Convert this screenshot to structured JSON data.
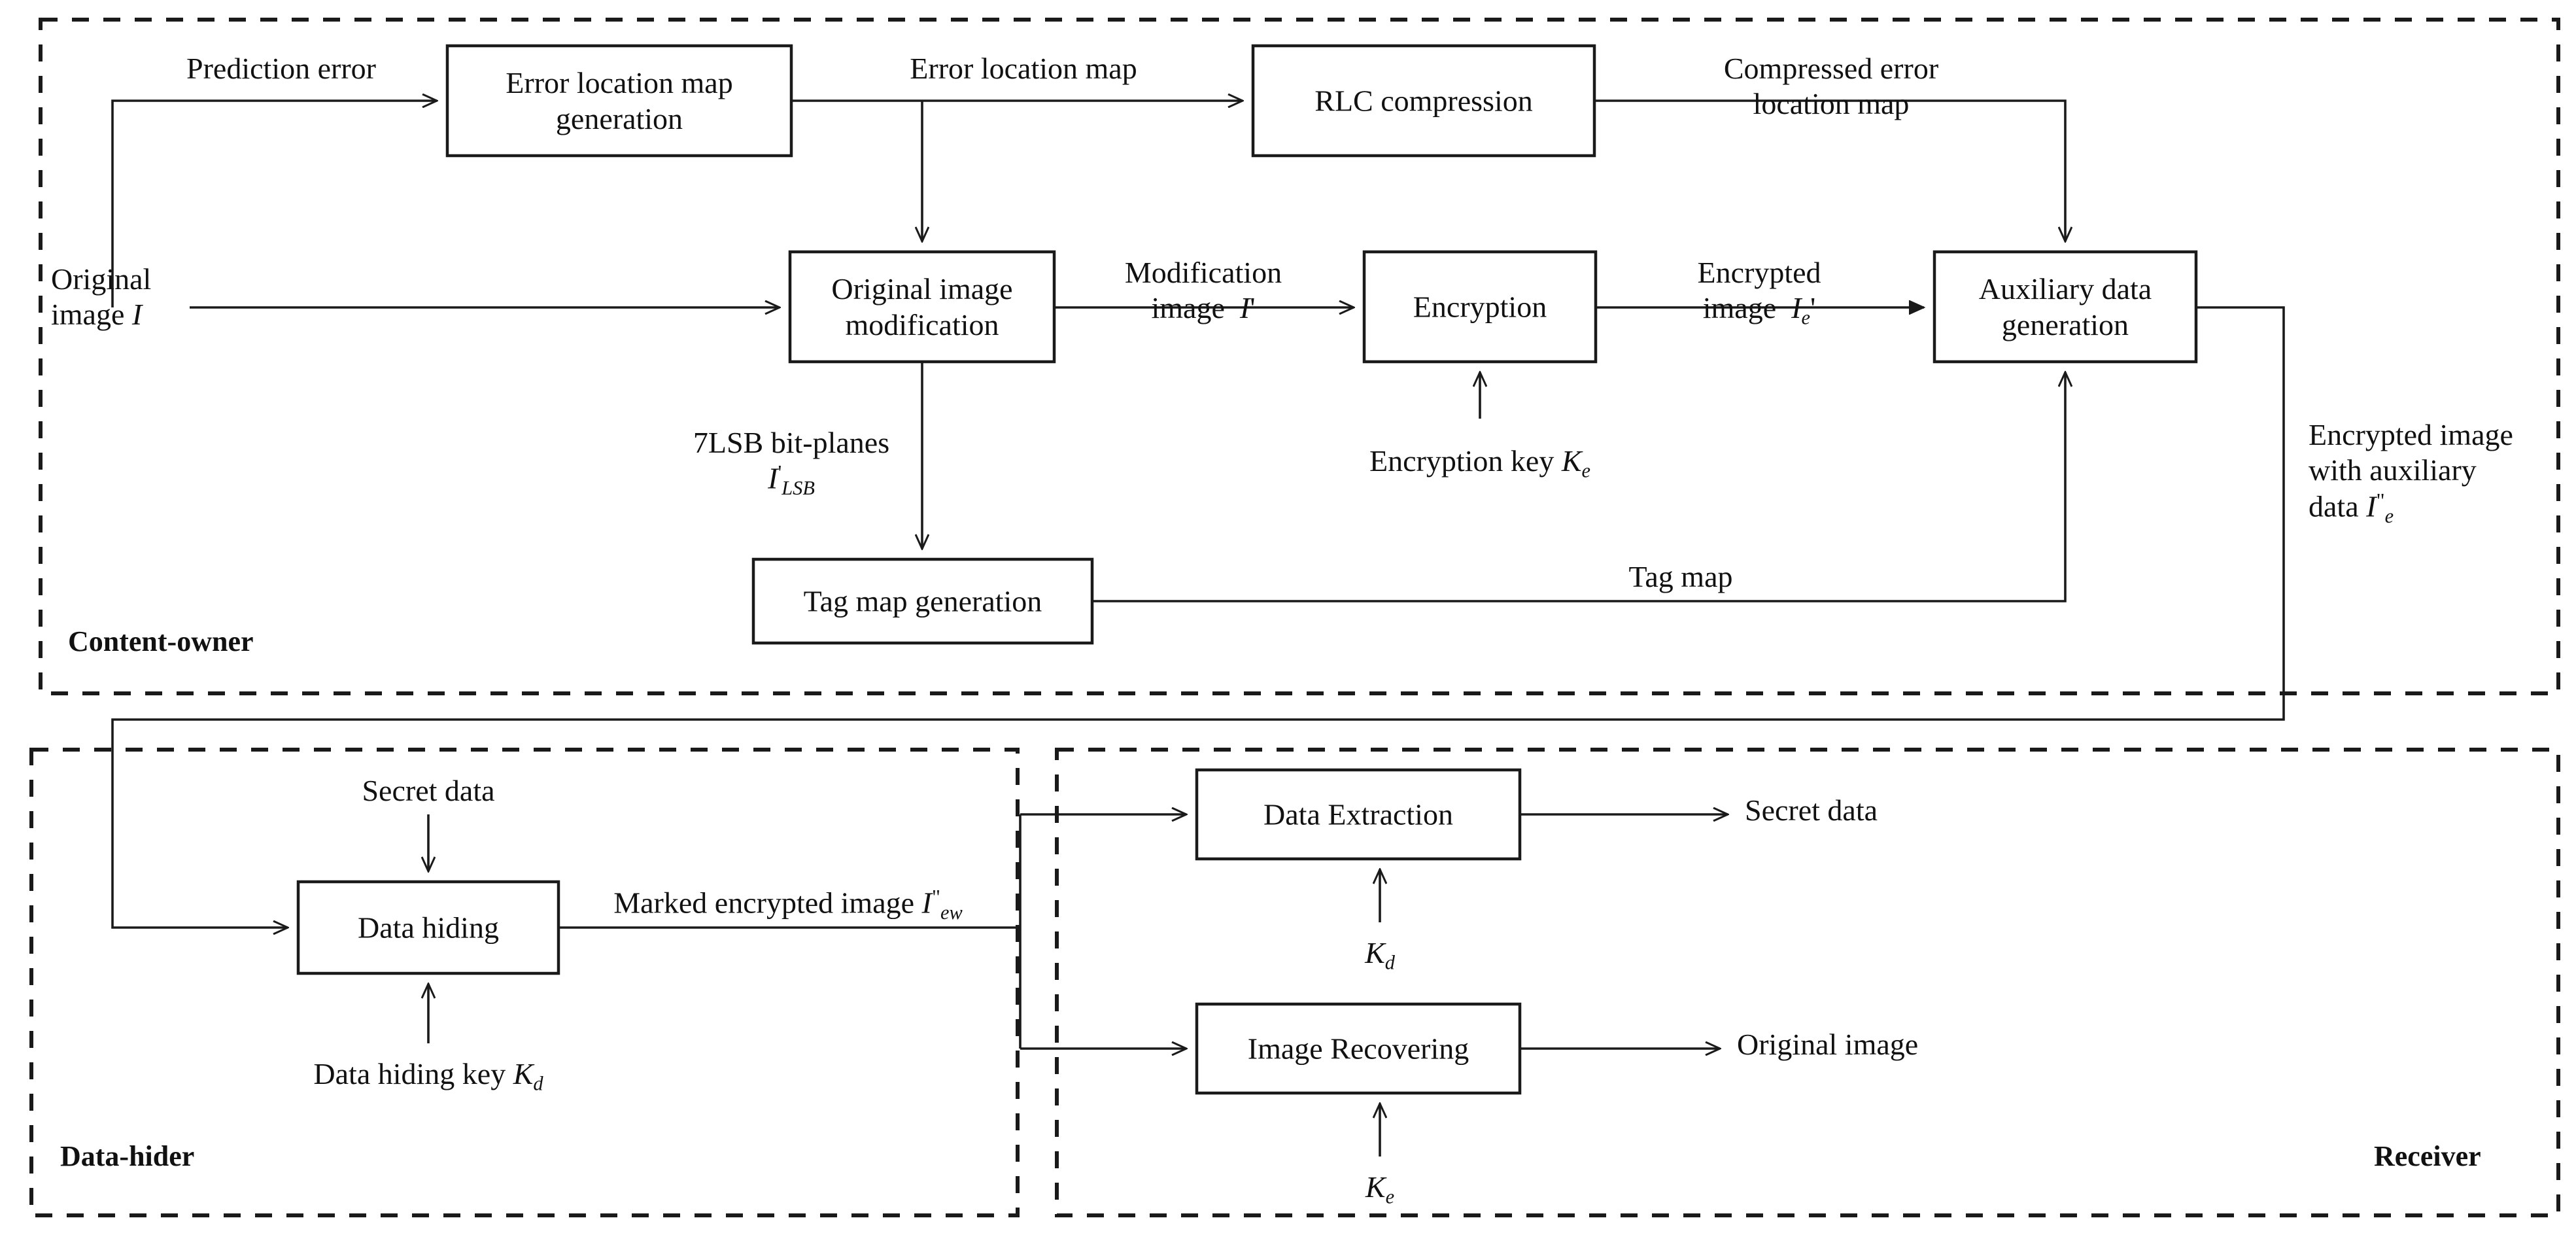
{
  "figure": {
    "type": "flowchart",
    "title": "Reversible data hiding in encrypted images framework",
    "zones": [
      {
        "id": "content-owner",
        "label": "Content-owner"
      },
      {
        "id": "data-hider",
        "label": "Data-hider"
      },
      {
        "id": "receiver",
        "label": "Receiver"
      }
    ],
    "blocks": [
      {
        "id": "error-location-map-generation",
        "label": "Error location map\ngeneration",
        "zone": "content-owner"
      },
      {
        "id": "rlc-compression",
        "label": "RLC compression",
        "zone": "content-owner"
      },
      {
        "id": "auxiliary-data-generation",
        "label": "Auxiliary data\ngeneration",
        "zone": "content-owner"
      },
      {
        "id": "original-image-modification",
        "label": "Original image\nmodification",
        "zone": "content-owner"
      },
      {
        "id": "encryption",
        "label": "Encryption",
        "zone": "content-owner"
      },
      {
        "id": "tag-map-generation",
        "label": "Tag map generation",
        "zone": "content-owner"
      },
      {
        "id": "data-hiding",
        "label": "Data hiding",
        "zone": "data-hider"
      },
      {
        "id": "data-extraction",
        "label": "Data Extraction",
        "zone": "receiver"
      },
      {
        "id": "image-recovering",
        "label": "Image Recovering",
        "zone": "receiver"
      }
    ],
    "edge_labels": [
      {
        "id": "prediction-error",
        "text": "Prediction error"
      },
      {
        "id": "error-location-map",
        "text": "Error location map"
      },
      {
        "id": "compressed-error-location-map",
        "line1": "Compressed error",
        "line2": "location map"
      },
      {
        "id": "original-image",
        "line1": "Original",
        "line2": "image",
        "sym": "I"
      },
      {
        "id": "modification-image",
        "line1": "Modification",
        "line2": "image",
        "sym": "I",
        "prime": "'"
      },
      {
        "id": "encrypted-image",
        "line1": "Encrypted",
        "line2": "image",
        "sym": "I",
        "sub": "e",
        "prime": "'"
      },
      {
        "id": "encryption-key",
        "text": "Encryption key ",
        "sym": "K",
        "sub": "e"
      },
      {
        "id": "seven-lsb-bit-planes",
        "line1": "7LSB bit-planes",
        "sym": "I",
        "sub": "LSB",
        "prime": "'"
      },
      {
        "id": "tag-map",
        "text": "Tag map"
      },
      {
        "id": "encrypted-image-with-auxiliary-data",
        "line1": "Encrypted image",
        "line2": "with auxiliary",
        "line3": "data ",
        "sym": "I",
        "sub": "e",
        "prime": "\""
      },
      {
        "id": "secret-data-in",
        "text": "Secret data"
      },
      {
        "id": "data-hiding-key",
        "text": "Data hiding key ",
        "sym": "K",
        "sub": "d"
      },
      {
        "id": "marked-encrypted-image",
        "text": "Marked encrypted image ",
        "sym": "I",
        "sub": "ew",
        "prime": "\""
      },
      {
        "id": "secret-data-out",
        "text": "Secret data"
      },
      {
        "id": "key-kd",
        "sym": "K",
        "sub": "d"
      },
      {
        "id": "key-ke",
        "sym": "K",
        "sub": "e"
      },
      {
        "id": "original-image-out",
        "text": "Original image"
      }
    ],
    "colors": {
      "line": "#1a1a1a",
      "text": "#111111",
      "background": "#ffffff"
    }
  }
}
